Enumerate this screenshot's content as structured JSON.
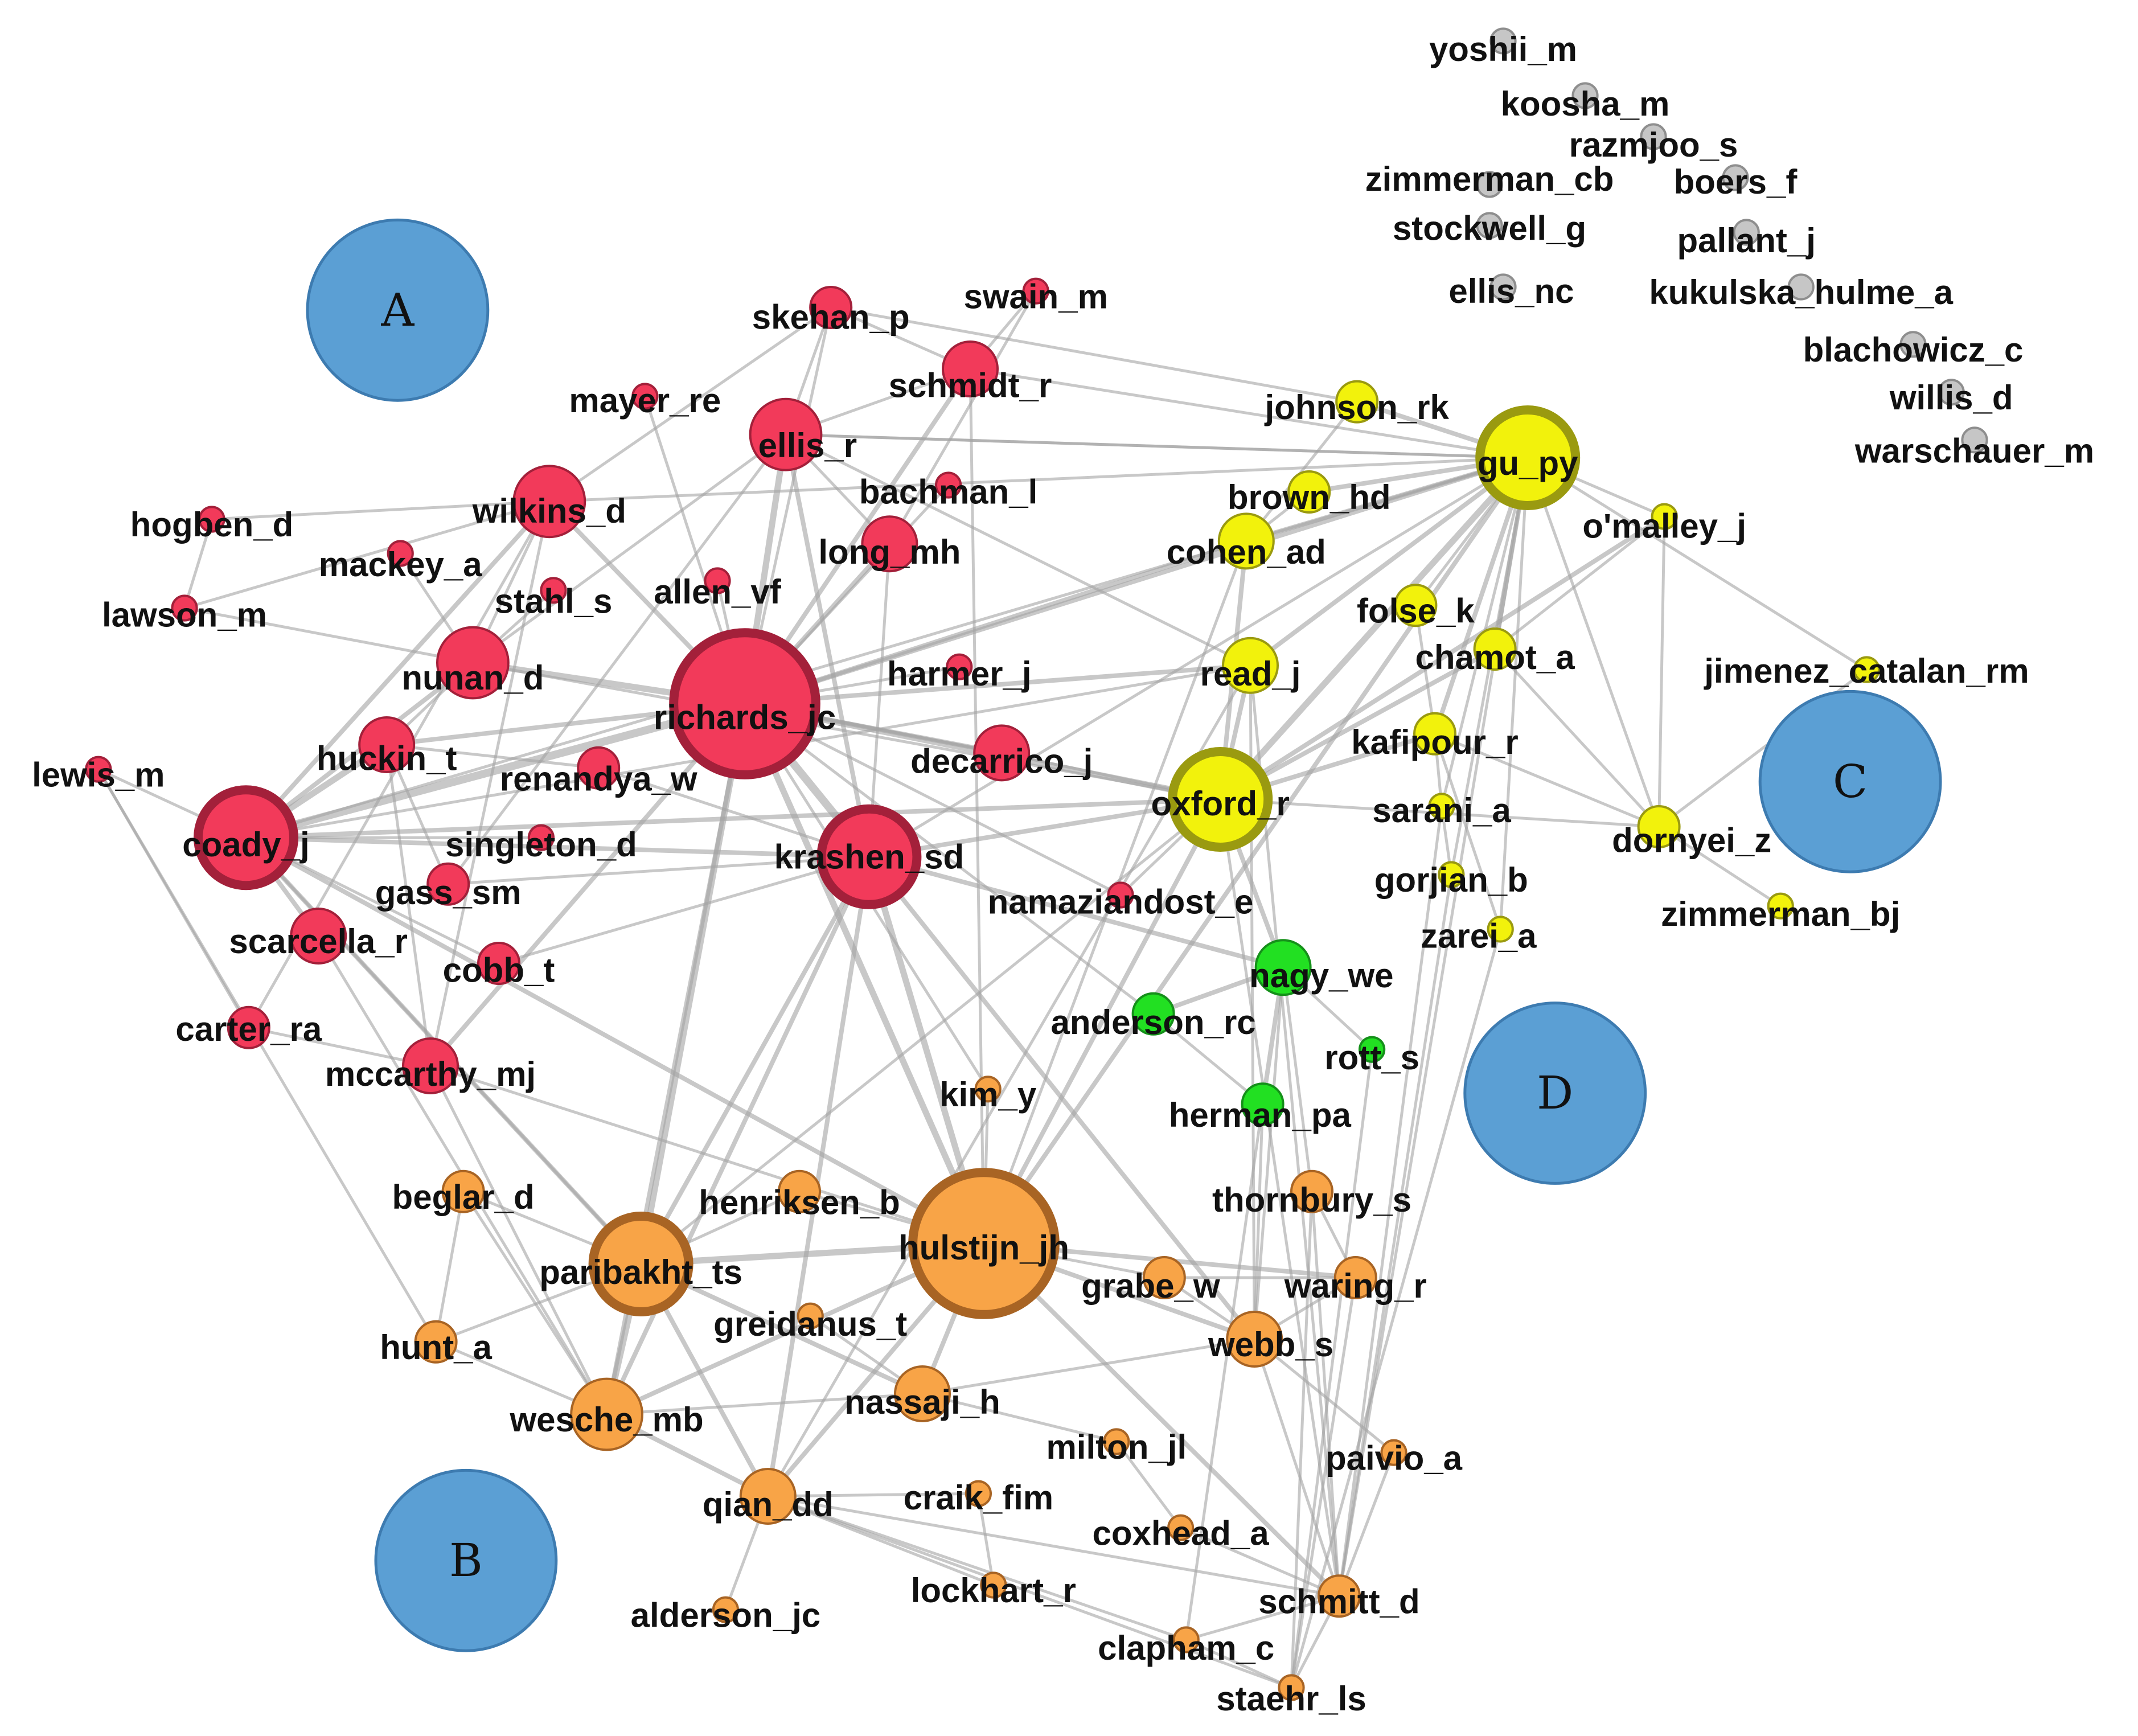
{
  "colors": {
    "red": "#f23a5a",
    "red_border": "#a3203a",
    "yellow": "#f2f20c",
    "yellow_border": "#9a9a10",
    "green": "#22e022",
    "green_border": "#15901a",
    "orange": "#f8a447",
    "orange_border": "#a86424",
    "gray": "#c6c6c6",
    "gray_border": "#8e8e8e",
    "cluster": "#5b9fd4",
    "cluster_border": "#3d7bb0",
    "edge": "#a3a3a3"
  },
  "cluster_labels": [
    "A",
    "B",
    "C",
    "D"
  ],
  "nodes": [
    {
      "id": "yoshii_m",
      "label": "yoshii_m",
      "group": "gray",
      "size": "xs"
    },
    {
      "id": "koosha_m",
      "label": "koosha_m",
      "group": "gray",
      "size": "xs"
    },
    {
      "id": "razmjoo_s",
      "label": "razmjoo_s",
      "group": "gray",
      "size": "xs"
    },
    {
      "id": "zimmerman_cb",
      "label": "zimmerman_cb",
      "group": "gray",
      "size": "xs"
    },
    {
      "id": "boers_f",
      "label": "boers_f",
      "group": "gray",
      "size": "xs"
    },
    {
      "id": "stockwell_g",
      "label": "stockwell_g",
      "group": "gray",
      "size": "xs"
    },
    {
      "id": "pallant_j",
      "label": "pallant_j",
      "group": "gray",
      "size": "xs"
    },
    {
      "id": "ellis_nc",
      "label": "ellis_nc",
      "group": "gray",
      "size": "xs"
    },
    {
      "id": "kukulska_hulme_a",
      "label": "kukulska_hulme_a",
      "group": "gray",
      "size": "xs"
    },
    {
      "id": "blachowicz_c",
      "label": "blachowicz_c",
      "group": "gray",
      "size": "xs"
    },
    {
      "id": "willis_d",
      "label": "willis_d",
      "group": "gray",
      "size": "xs"
    },
    {
      "id": "warschauer_m",
      "label": "warschauer_m",
      "group": "gray",
      "size": "xs"
    },
    {
      "id": "skehan_p",
      "label": "skehan_p",
      "group": "red",
      "size": "s"
    },
    {
      "id": "swain_m",
      "label": "swain_m",
      "group": "red",
      "size": "xs"
    },
    {
      "id": "schmidt_r",
      "label": "schmidt_r",
      "group": "red",
      "size": "m"
    },
    {
      "id": "mayer_re",
      "label": "mayer_re",
      "group": "red",
      "size": "xs"
    },
    {
      "id": "ellis_r",
      "label": "ellis_r",
      "group": "red",
      "size": "l"
    },
    {
      "id": "bachman_l",
      "label": "bachman_l",
      "group": "red",
      "size": "xs"
    },
    {
      "id": "hogben_d",
      "label": "hogben_d",
      "group": "red",
      "size": "xs"
    },
    {
      "id": "wilkins_d",
      "label": "wilkins_d",
      "group": "red",
      "size": "l"
    },
    {
      "id": "mackey_a",
      "label": "mackey_a",
      "group": "red",
      "size": "xs"
    },
    {
      "id": "long_mh",
      "label": "long_mh",
      "group": "red",
      "size": "m"
    },
    {
      "id": "stahl_s",
      "label": "stahl_s",
      "group": "red",
      "size": "xs"
    },
    {
      "id": "allen_vf",
      "label": "allen_vf",
      "group": "red",
      "size": "xs"
    },
    {
      "id": "lawson_m",
      "label": "lawson_m",
      "group": "red",
      "size": "xs"
    },
    {
      "id": "nunan_d",
      "label": "nunan_d",
      "group": "red",
      "size": "l"
    },
    {
      "id": "harmer_j",
      "label": "harmer_j",
      "group": "red",
      "size": "xs"
    },
    {
      "id": "richards_jc",
      "label": "richards_jc",
      "group": "red",
      "size": "xxl"
    },
    {
      "id": "huckin_t",
      "label": "huckin_t",
      "group": "red",
      "size": "m"
    },
    {
      "id": "decarrico_j",
      "label": "decarrico_j",
      "group": "red",
      "size": "m"
    },
    {
      "id": "lewis_m",
      "label": "lewis_m",
      "group": "red",
      "size": "xs"
    },
    {
      "id": "renandya_w",
      "label": "renandya_w",
      "group": "red",
      "size": "s"
    },
    {
      "id": "coady_j",
      "label": "coady_j",
      "group": "red",
      "size": "xl"
    },
    {
      "id": "singleton_d",
      "label": "singleton_d",
      "group": "red",
      "size": "xs"
    },
    {
      "id": "krashen_sd",
      "label": "krashen_sd",
      "group": "red",
      "size": "xl"
    },
    {
      "id": "gass_sm",
      "label": "gass_sm",
      "group": "red",
      "size": "s"
    },
    {
      "id": "namaziandost_e",
      "label": "namaziandost_e",
      "group": "red",
      "size": "xs"
    },
    {
      "id": "scarcella_r",
      "label": "scarcella_r",
      "group": "red",
      "size": "m"
    },
    {
      "id": "cobb_t",
      "label": "cobb_t",
      "group": "red",
      "size": "s"
    },
    {
      "id": "carter_ra",
      "label": "carter_ra",
      "group": "red",
      "size": "s"
    },
    {
      "id": "mccarthy_mj",
      "label": "mccarthy_mj",
      "group": "red",
      "size": "m"
    },
    {
      "id": "johnson_rk",
      "label": "johnson_rk",
      "group": "yellow",
      "size": "s"
    },
    {
      "id": "gu_py",
      "label": "gu_py",
      "group": "yellow",
      "size": "xl"
    },
    {
      "id": "brown_hd",
      "label": "brown_hd",
      "group": "yellow",
      "size": "s"
    },
    {
      "id": "o_malley_j",
      "label": "o'malley_j",
      "group": "yellow",
      "size": "xs"
    },
    {
      "id": "cohen_ad",
      "label": "cohen_ad",
      "group": "yellow",
      "size": "m"
    },
    {
      "id": "folse_k",
      "label": "folse_k",
      "group": "yellow",
      "size": "s"
    },
    {
      "id": "read_j",
      "label": "read_j",
      "group": "yellow",
      "size": "m"
    },
    {
      "id": "chamot_a",
      "label": "chamot_a",
      "group": "yellow",
      "size": "s"
    },
    {
      "id": "jimenez_catalan_rm",
      "label": "jimenez_catalan_rm",
      "group": "yellow",
      "size": "xs"
    },
    {
      "id": "kafipour_r",
      "label": "kafipour_r",
      "group": "yellow",
      "size": "s"
    },
    {
      "id": "oxford_r",
      "label": "oxford_r",
      "group": "yellow",
      "size": "xl"
    },
    {
      "id": "sarani_a",
      "label": "sarani_a",
      "group": "yellow",
      "size": "xs"
    },
    {
      "id": "dornyei_z",
      "label": "dornyei_z",
      "group": "yellow",
      "size": "s"
    },
    {
      "id": "gorjian_b",
      "label": "gorjian_b",
      "group": "yellow",
      "size": "xs"
    },
    {
      "id": "zarei_a",
      "label": "zarei_a",
      "group": "yellow",
      "size": "xs"
    },
    {
      "id": "zimmerman_bj",
      "label": "zimmerman_bj",
      "group": "yellow",
      "size": "xs"
    },
    {
      "id": "nagy_we",
      "label": "nagy_we",
      "group": "green",
      "size": "m"
    },
    {
      "id": "anderson_rc",
      "label": "anderson_rc",
      "group": "green",
      "size": "s"
    },
    {
      "id": "rott_s",
      "label": "rott_s",
      "group": "green",
      "size": "xs"
    },
    {
      "id": "herman_pa",
      "label": "herman_pa",
      "group": "green",
      "size": "s"
    },
    {
      "id": "kim_y",
      "label": "kim_y",
      "group": "orange",
      "size": "xs"
    },
    {
      "id": "beglar_d",
      "label": "beglar_d",
      "group": "orange",
      "size": "s"
    },
    {
      "id": "henriksen_b",
      "label": "henriksen_b",
      "group": "orange",
      "size": "s"
    },
    {
      "id": "thornbury_s",
      "label": "thornbury_s",
      "group": "orange",
      "size": "s"
    },
    {
      "id": "hulstijn_jh",
      "label": "hulstijn_jh",
      "group": "orange",
      "size": "xxl"
    },
    {
      "id": "paribakht_ts",
      "label": "paribakht_ts",
      "group": "orange",
      "size": "xl"
    },
    {
      "id": "grabe_w",
      "label": "grabe_w",
      "group": "orange",
      "size": "s"
    },
    {
      "id": "waring_r",
      "label": "waring_r",
      "group": "orange",
      "size": "s"
    },
    {
      "id": "greidanus_t",
      "label": "greidanus_t",
      "group": "orange",
      "size": "xs"
    },
    {
      "id": "hunt_a",
      "label": "hunt_a",
      "group": "orange",
      "size": "s"
    },
    {
      "id": "webb_s",
      "label": "webb_s",
      "group": "orange",
      "size": "m"
    },
    {
      "id": "wesche_mb",
      "label": "wesche_mb",
      "group": "orange",
      "size": "l"
    },
    {
      "id": "nassaji_h",
      "label": "nassaji_h",
      "group": "orange",
      "size": "m"
    },
    {
      "id": "milton_jl",
      "label": "milton_jl",
      "group": "orange",
      "size": "xs"
    },
    {
      "id": "paivio_a",
      "label": "paivio_a",
      "group": "orange",
      "size": "xs"
    },
    {
      "id": "qian_dd",
      "label": "qian_dd",
      "group": "orange",
      "size": "m"
    },
    {
      "id": "craik_fim",
      "label": "craik_fim",
      "group": "orange",
      "size": "xs"
    },
    {
      "id": "coxhead_a",
      "label": "coxhead_a",
      "group": "orange",
      "size": "xs"
    },
    {
      "id": "lockhart_r",
      "label": "lockhart_r",
      "group": "orange",
      "size": "xs"
    },
    {
      "id": "schmitt_d",
      "label": "schmitt_d",
      "group": "orange",
      "size": "s"
    },
    {
      "id": "alderson_jc",
      "label": "alderson_jc",
      "group": "orange",
      "size": "xs"
    },
    {
      "id": "clapham_c",
      "label": "clapham_c",
      "group": "orange",
      "size": "xs"
    },
    {
      "id": "staehr_ls",
      "label": "staehr_ls",
      "group": "orange",
      "size": "xs"
    }
  ]
}
